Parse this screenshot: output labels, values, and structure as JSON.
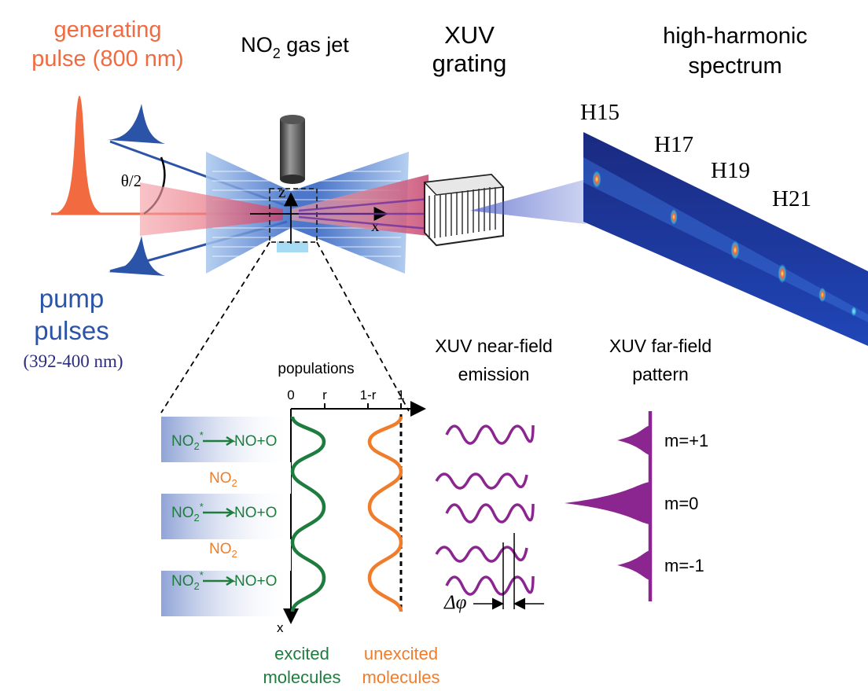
{
  "labels": {
    "generating_line1": "generating",
    "generating_line2": "pulse (800 nm)",
    "gas_jet_pre": "NO",
    "gas_jet_sub": "2",
    "gas_jet_post": " gas jet",
    "grating_line1": "XUV",
    "grating_line2": "grating",
    "spectrum_line1": "high-harmonic",
    "spectrum_line2": "spectrum",
    "pump_line1": "pump",
    "pump_line2": "pulses",
    "pump_line3": "(392-400 nm)",
    "theta": "θ/2",
    "axis_z": "z",
    "axis_x": "x",
    "populations": "populations",
    "near_field_line1": "XUV near-field",
    "near_field_line2": "emission",
    "far_field_line1": "XUV far-field",
    "far_field_line2": "pattern",
    "excited_line1": "excited",
    "excited_line2": "molecules",
    "unexcited_line1": "unexcited",
    "unexcited_line2": "molecules",
    "delta_phi": "Δφ",
    "pop_axis_x": "x"
  },
  "harmonics": [
    "H15",
    "H17",
    "H19",
    "H21"
  ],
  "population_ticks": [
    "0",
    "r",
    "1-r",
    "1"
  ],
  "bands": [
    {
      "pre": "NO",
      "sub": "2",
      "sup": "*",
      "post": "NO+O",
      "excited": true
    },
    {
      "pre": "NO",
      "sub": "2",
      "sup": "",
      "post": "",
      "excited": false
    },
    {
      "pre": "NO",
      "sub": "2",
      "sup": "*",
      "post": "NO+O",
      "excited": true
    },
    {
      "pre": "NO",
      "sub": "2",
      "sup": "",
      "post": "",
      "excited": false
    },
    {
      "pre": "NO",
      "sub": "2",
      "sup": "*",
      "post": "NO+O",
      "excited": true
    }
  ],
  "far_field_orders": [
    "m=+1",
    "m=0",
    "m=-1"
  ],
  "colors": {
    "orange": "#f26a3f",
    "blue": "#2b54a8",
    "navy": "#2c2c80",
    "green": "#1e7d3e",
    "unexcited_orange": "#ef7d2b",
    "purple": "#8b2690"
  }
}
